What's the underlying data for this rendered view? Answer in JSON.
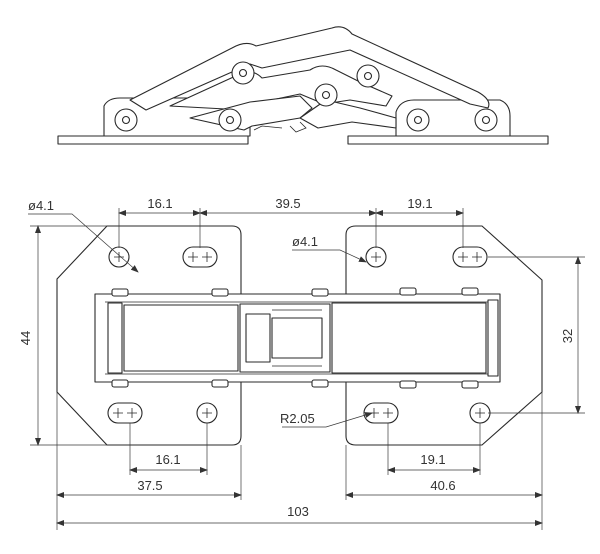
{
  "dimensions": {
    "top_left": "16.1",
    "top_middle": "39.5",
    "top_right": "19.1",
    "bottom_left_inner": "16.1",
    "bottom_right_inner": "19.1",
    "bottom_left_overall": "37.5",
    "bottom_right_overall": "40.6",
    "total_width": "103",
    "height_left": "44",
    "height_right": "32"
  },
  "callouts": {
    "hole_left": "ø4.1",
    "hole_right": "ø4.1",
    "slot_radius": "R2.05"
  }
}
